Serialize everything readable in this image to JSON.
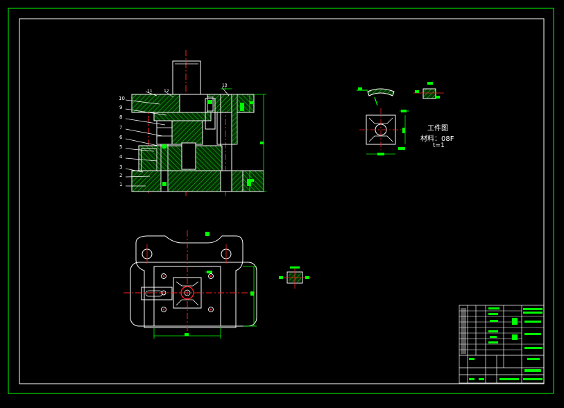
{
  "canvas": {
    "background": "#000000"
  },
  "colors": {
    "frame": "#00ff00",
    "outline": "#ffffff",
    "center_line": "#ff2020",
    "dimension": "#00ff00",
    "hatch": "#00c800",
    "annotation": "#ffffff"
  },
  "part_note": {
    "title": "工件图",
    "material": "材料：08F",
    "thickness": "t=1"
  },
  "balloon_numbers": [
    "10",
    "9",
    "8",
    "7",
    "6",
    "5",
    "4",
    "3",
    "2",
    "1"
  ],
  "top_callouts": [
    "11",
    "12",
    "13"
  ],
  "title_block": {
    "visible": true
  }
}
